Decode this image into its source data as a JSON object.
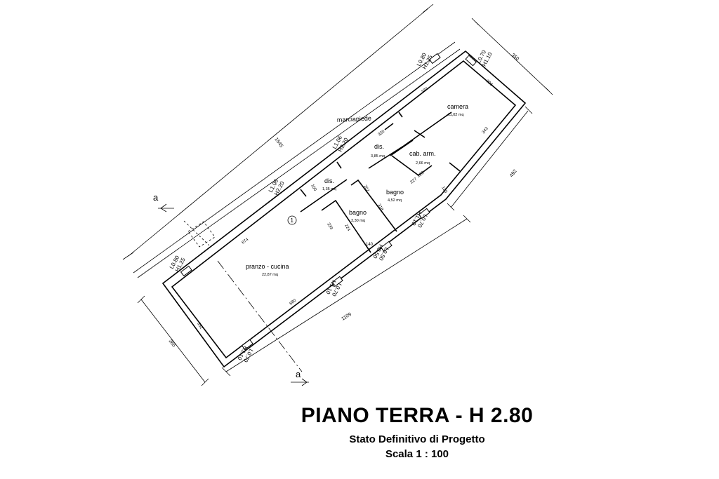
{
  "title": "PIANO TERRA - H 2.80",
  "subtitle": "Stato Definitivo di Progetto",
  "scale": "Scala  1 : 100",
  "section_mark": "a",
  "circle_mark": "1",
  "rooms": {
    "marciapiede": "marciapiede",
    "camera": "camera",
    "camera_area": "11,02 mq",
    "dis1": "dis.",
    "dis1_area": "3,85 mq",
    "cab": "cab. arm.",
    "cab_area": "2,66 mq",
    "dis2": "dis.",
    "dis2_area": "1,35 mq",
    "bagno1": "bagno",
    "bagno1_area": "4,52 mq",
    "bagno2": "bagno",
    "bagno2_area": "3,30 mq",
    "pranzo": "pranzo - cucina",
    "pranzo_area": "22,87 mq"
  },
  "dimensions": {
    "d1545": "1545",
    "d350": "350",
    "d492": "492",
    "d1109": "1109",
    "d365": "365",
    "d334": "334",
    "d308": "308",
    "d343": "343",
    "d320": "320",
    "d228": "228",
    "d227": "227",
    "d125": "125",
    "d202": "202",
    "d318": "318",
    "d100": "100",
    "d339": "339",
    "d224": "224",
    "d674": "674",
    "d680": "680",
    "d332": "332",
    "d140": "140"
  },
  "openings": {
    "w1": "L0.80\nH1.25",
    "w2": "L0.70\nH1.10",
    "w3": "L1.06\nH2.20",
    "w4": "L1.06\nH2.20",
    "w5": "L0.80\nH1.25",
    "w6": "L0.70\nH1.10",
    "w7": "L0.70\nH1.10",
    "w8": "L0.50\nH0.50",
    "w9": "L0.70\nH1.10"
  }
}
